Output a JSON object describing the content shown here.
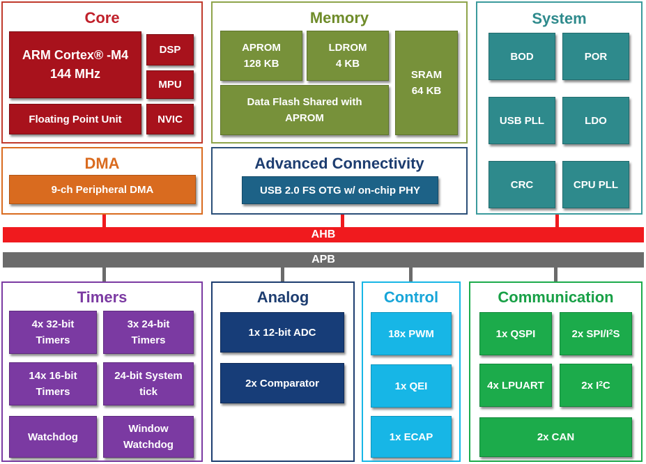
{
  "core": {
    "title": "Core",
    "cpu": "ARM Cortex® -M4\n144 MHz",
    "dsp": "DSP",
    "mpu": "MPU",
    "fpu": "Floating Point Unit",
    "nvic": "NVIC"
  },
  "memory": {
    "title": "Memory",
    "aprom": "APROM\n128 KB",
    "ldrom": "LDROM\n4 KB",
    "data_flash": "Data Flash Shared with\nAPROM",
    "sram": "SRAM\n64 KB"
  },
  "system": {
    "title": "System",
    "items": [
      "BOD",
      "POR",
      "USB PLL",
      "LDO",
      "CRC",
      "CPU PLL"
    ]
  },
  "dma": {
    "title": "DMA",
    "item": "9-ch Peripheral DMA"
  },
  "connectivity": {
    "title": "Advanced Connectivity",
    "item": "USB 2.0 FS OTG w/ on-chip PHY"
  },
  "buses": {
    "ahb": "AHB",
    "apb": "APB"
  },
  "timers": {
    "title": "Timers",
    "items": [
      "4x 32-bit\nTimers",
      "3x 24-bit\nTimers",
      "14x 16-bit\nTimers",
      "24-bit System\ntick",
      "Watchdog",
      "Window\nWatchdog"
    ]
  },
  "analog": {
    "title": "Analog",
    "items": [
      "1x 12-bit ADC",
      "2x Comparator"
    ]
  },
  "control": {
    "title": "Control",
    "items": [
      "18x PWM",
      "1x QEI",
      "1x ECAP"
    ]
  },
  "communication": {
    "title": "Communication",
    "qspi": "1x QSPI",
    "spi_prefix": "2x SPI/I",
    "spi_sup": "2",
    "spi_suffix": "S",
    "lpuart": "4x LPUART",
    "i2c_prefix": "2x I",
    "i2c_sup": "2",
    "i2c_suffix": "C",
    "can": "2x CAN"
  },
  "colors": {
    "core": "#a8121c",
    "memory": "#77913a",
    "system": "#2e8a8c",
    "dma": "#d96b1f",
    "connectivity": "#173d78",
    "ahb": "#f01a1e",
    "apb": "#6b6b6b",
    "timers": "#7b3aa2",
    "analog": "#173d78",
    "control": "#17b6e6",
    "communication": "#1cab4b"
  }
}
